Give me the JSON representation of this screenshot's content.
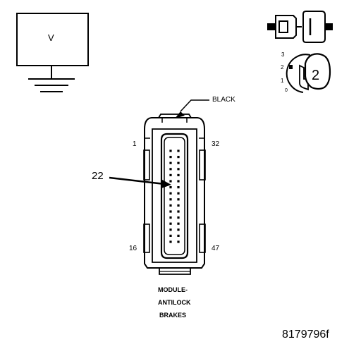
{
  "meter": {
    "symbol": "V"
  },
  "key_switch": {
    "positions": [
      "3",
      "2",
      "1",
      "0"
    ],
    "key_number": "2"
  },
  "connector": {
    "color_label": "BLACK",
    "pin_first_top": "1",
    "pin_last_top": "32",
    "pin_first_bottom": "16",
    "pin_last_bottom": "47",
    "callout_pin": "22",
    "name_lines": [
      "MODULE-",
      "ANTILOCK",
      "BRAKES"
    ]
  },
  "figure_id": "8179796f"
}
